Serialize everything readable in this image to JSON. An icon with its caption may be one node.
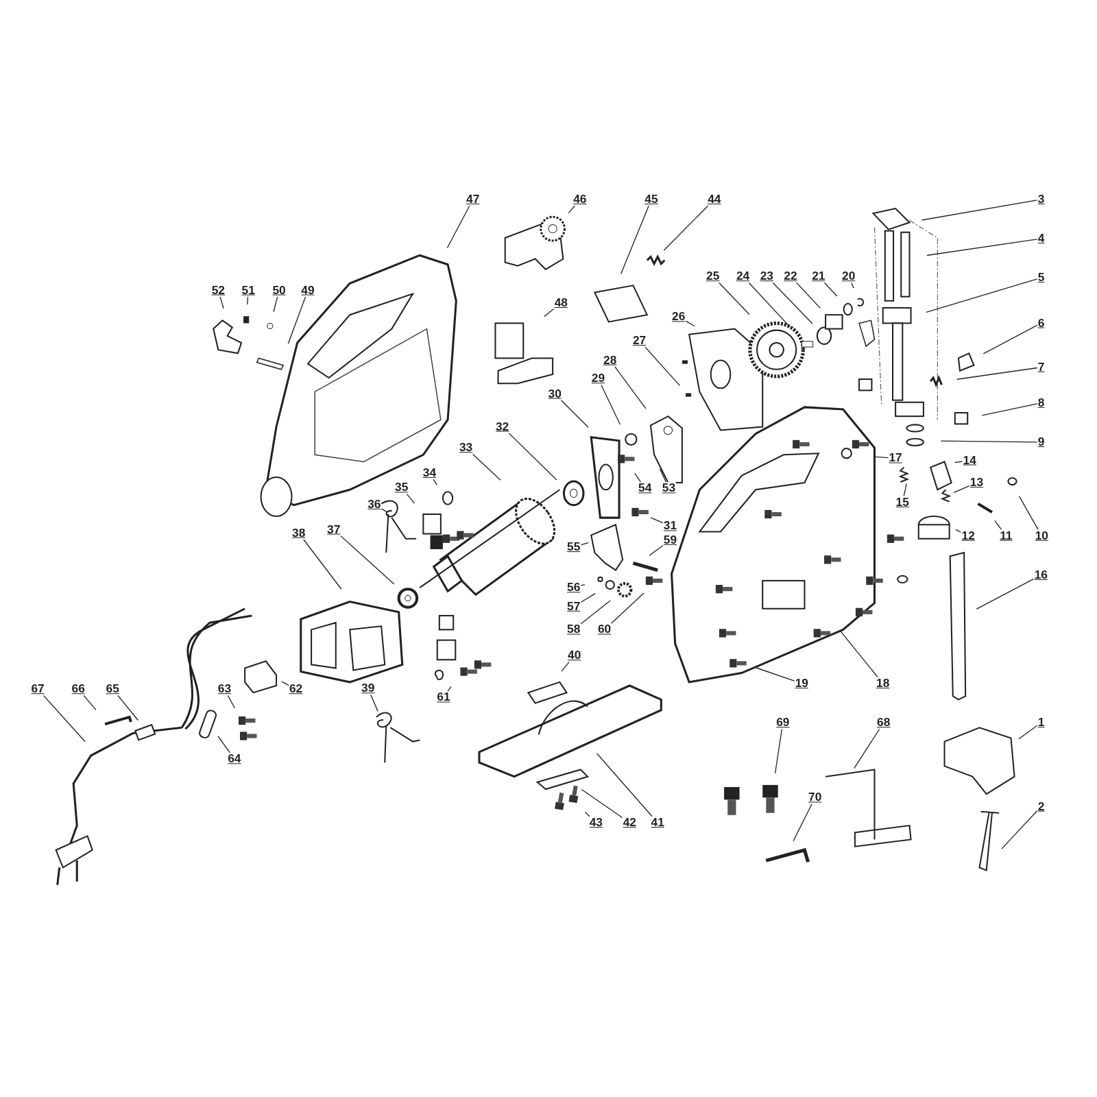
{
  "diagram": {
    "nodes": [
      {
        "text": [
          "1"
        ]
      },
      {
        "text": [
          "2"
        ]
      },
      {
        "text": [
          "3"
        ]
      },
      {
        "text": [
          "4"
        ]
      },
      {
        "text": [
          "5"
        ]
      },
      {
        "text": [
          "6"
        ]
      },
      {
        "text": [
          "7"
        ]
      },
      {
        "text": [
          "8"
        ]
      },
      {
        "text": [
          "9"
        ]
      },
      {
        "text": [
          "10"
        ]
      },
      {
        "text": [
          "11"
        ]
      },
      {
        "text": [
          "12"
        ]
      },
      {
        "text": [
          "13"
        ]
      },
      {
        "text": [
          "14"
        ]
      },
      {
        "text": [
          "15"
        ]
      },
      {
        "text": [
          "16"
        ]
      },
      {
        "text": [
          "17"
        ]
      },
      {
        "text": [
          "18"
        ]
      },
      {
        "text": [
          "19"
        ]
      },
      {
        "text": [
          "20"
        ]
      },
      {
        "text": [
          "21"
        ]
      },
      {
        "text": [
          "22"
        ]
      },
      {
        "text": [
          "23"
        ]
      },
      {
        "text": [
          "24"
        ]
      },
      {
        "text": [
          "25"
        ]
      },
      {
        "text": [
          "26"
        ]
      },
      {
        "text": [
          "27"
        ]
      },
      {
        "text": [
          "28"
        ]
      },
      {
        "text": [
          "29"
        ]
      },
      {
        "text": [
          "30"
        ]
      },
      {
        "text": [
          "31"
        ]
      },
      {
        "text": [
          "32"
        ]
      },
      {
        "text": [
          "33"
        ]
      },
      {
        "text": [
          "34"
        ]
      },
      {
        "text": [
          "35"
        ]
      },
      {
        "text": [
          "36"
        ]
      },
      {
        "text": [
          "37"
        ]
      },
      {
        "text": [
          "38"
        ]
      },
      {
        "text": [
          "39"
        ]
      },
      {
        "text": [
          "40"
        ]
      },
      {
        "text": [
          "41"
        ]
      },
      {
        "text": [
          "42"
        ]
      },
      {
        "text": [
          "43"
        ]
      },
      {
        "text": [
          "44"
        ]
      },
      {
        "text": [
          "45"
        ]
      },
      {
        "text": [
          "46"
        ]
      },
      {
        "text": [
          "47"
        ]
      },
      {
        "text": [
          "48"
        ]
      },
      {
        "text": [
          "49"
        ]
      },
      {
        "text": [
          "50"
        ]
      },
      {
        "text": [
          "51"
        ]
      },
      {
        "text": [
          "52"
        ]
      },
      {
        "text": [
          "53"
        ]
      },
      {
        "text": [
          "54"
        ]
      },
      {
        "text": [
          "55"
        ]
      },
      {
        "text": [
          "56"
        ]
      },
      {
        "text": [
          "57"
        ]
      },
      {
        "text": [
          "58"
        ]
      },
      {
        "text": [
          "59"
        ]
      },
      {
        "text": [
          "60"
        ]
      },
      {
        "text": [
          "61"
        ]
      },
      {
        "text": [
          "62"
        ]
      },
      {
        "text": [
          "63"
        ]
      },
      {
        "text": [
          "64"
        ]
      },
      {
        "text": [
          "65"
        ]
      },
      {
        "text": [
          "66"
        ]
      },
      {
        "text": [
          "67"
        ]
      },
      {
        "text": [
          "68"
        ]
      },
      {
        "text": [
          "69"
        ]
      },
      {
        "text": [
          "70"
        ]
      }
    ],
    "edges": [
      {
        "from": 0,
        "to": null,
        "arrow": "none"
      },
      {
        "from": 1,
        "to": null,
        "arrow": "none"
      },
      {
        "from": 2,
        "to": null,
        "arrow": "none"
      },
      {
        "from": 3,
        "to": null,
        "arrow": "none"
      },
      {
        "from": 4,
        "to": null,
        "arrow": "none"
      },
      {
        "from": 5,
        "to": null,
        "arrow": "none"
      },
      {
        "from": 6,
        "to": null,
        "arrow": "none"
      },
      {
        "from": 7,
        "to": null,
        "arrow": "none"
      },
      {
        "from": 8,
        "to": null,
        "arrow": "none"
      },
      {
        "from": 9,
        "to": null,
        "arrow": "none"
      },
      {
        "from": 10,
        "to": null,
        "arrow": "none"
      },
      {
        "from": 11,
        "to": null,
        "arrow": "none"
      },
      {
        "from": 12,
        "to": null,
        "arrow": "none"
      },
      {
        "from": 13,
        "to": null,
        "arrow": "none"
      },
      {
        "from": 14,
        "to": null,
        "arrow": "none"
      },
      {
        "from": 15,
        "to": null,
        "arrow": "none"
      },
      {
        "from": 16,
        "to": null,
        "arrow": "none"
      },
      {
        "from": 17,
        "to": null,
        "arrow": "none"
      },
      {
        "from": 18,
        "to": null,
        "arrow": "none"
      },
      {
        "from": 19,
        "to": null,
        "arrow": "none"
      },
      {
        "from": 20,
        "to": null,
        "arrow": "none"
      },
      {
        "from": 21,
        "to": null,
        "arrow": "none"
      },
      {
        "from": 22,
        "to": null,
        "arrow": "none"
      },
      {
        "from": 23,
        "to": null,
        "arrow": "none"
      },
      {
        "from": 24,
        "to": null,
        "arrow": "none"
      },
      {
        "from": 25,
        "to": null,
        "arrow": "none"
      },
      {
        "from": 26,
        "to": null,
        "arrow": "none"
      },
      {
        "from": 27,
        "to": null,
        "arrow": "none"
      },
      {
        "from": 28,
        "to": null,
        "arrow": "none"
      },
      {
        "from": 29,
        "to": null,
        "arrow": "none"
      },
      {
        "from": 30,
        "to": null,
        "arrow": "none"
      },
      {
        "from": 31,
        "to": null,
        "arrow": "none"
      },
      {
        "from": 32,
        "to": null,
        "arrow": "none"
      },
      {
        "from": 33,
        "to": null,
        "arrow": "none"
      },
      {
        "from": 34,
        "to": null,
        "arrow": "none"
      },
      {
        "from": 35,
        "to": null,
        "arrow": "none"
      },
      {
        "from": 36,
        "to": null,
        "arrow": "none"
      },
      {
        "from": 37,
        "to": null,
        "arrow": "none"
      },
      {
        "from": 38,
        "to": null,
        "arrow": "none"
      },
      {
        "from": 39,
        "to": null,
        "arrow": "none"
      },
      {
        "from": 40,
        "to": null,
        "arrow": "none"
      },
      {
        "from": 41,
        "to": null,
        "arrow": "none"
      },
      {
        "from": 42,
        "to": null,
        "arrow": "none"
      },
      {
        "from": 43,
        "to": null,
        "arrow": "none"
      },
      {
        "from": 44,
        "to": null,
        "arrow": "none"
      },
      {
        "from": 45,
        "to": null,
        "arrow": "none"
      },
      {
        "from": 46,
        "to": null,
        "arrow": "none"
      },
      {
        "from": 47,
        "to": null,
        "arrow": "none"
      },
      {
        "from": 48,
        "to": null,
        "arrow": "none"
      },
      {
        "from": 49,
        "to": null,
        "arrow": "none"
      },
      {
        "from": 50,
        "to": null,
        "arrow": "none"
      },
      {
        "from": 51,
        "to": null,
        "arrow": "none"
      },
      {
        "from": 52,
        "to": null,
        "arrow": "none"
      },
      {
        "from": 53,
        "to": null,
        "arrow": "none"
      },
      {
        "from": 54,
        "to": null,
        "arrow": "none"
      },
      {
        "from": 55,
        "to": null,
        "arrow": "none"
      },
      {
        "from": 56,
        "to": null,
        "arrow": "none"
      },
      {
        "from": 57,
        "to": null,
        "arrow": "none"
      },
      {
        "from": 58,
        "to": null,
        "arrow": "none"
      },
      {
        "from": 59,
        "to": null,
        "arrow": "none"
      },
      {
        "from": 60,
        "to": null,
        "arrow": "none"
      },
      {
        "from": 61,
        "to": null,
        "arrow": "none"
      },
      {
        "from": 62,
        "to": null,
        "arrow": "none"
      },
      {
        "from": 63,
        "to": null,
        "arrow": "none"
      },
      {
        "from": 64,
        "to": null,
        "arrow": "none"
      },
      {
        "from": 65,
        "to": null,
        "arrow": "none"
      },
      {
        "from": 66,
        "to": null,
        "arrow": "none"
      },
      {
        "from": 67,
        "to": null,
        "arrow": "none"
      },
      {
        "from": 68,
        "to": null,
        "arrow": "none"
      },
      {
        "from": 69,
        "to": null,
        "arrow": "none"
      }
    ]
  }
}
